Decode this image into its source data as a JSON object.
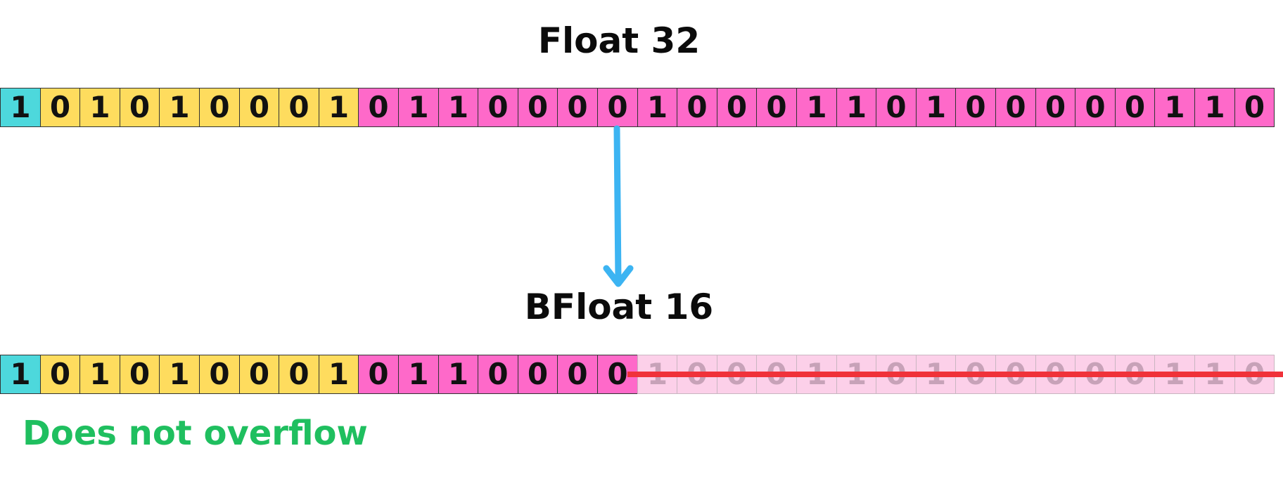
{
  "float32": {
    "title": "Float 32",
    "bits": [
      {
        "v": "1",
        "field": "sign"
      },
      {
        "v": "0",
        "field": "exponent"
      },
      {
        "v": "1",
        "field": "exponent"
      },
      {
        "v": "0",
        "field": "exponent"
      },
      {
        "v": "1",
        "field": "exponent"
      },
      {
        "v": "0",
        "field": "exponent"
      },
      {
        "v": "0",
        "field": "exponent"
      },
      {
        "v": "0",
        "field": "exponent"
      },
      {
        "v": "1",
        "field": "exponent"
      },
      {
        "v": "0",
        "field": "mantissa"
      },
      {
        "v": "1",
        "field": "mantissa"
      },
      {
        "v": "1",
        "field": "mantissa"
      },
      {
        "v": "0",
        "field": "mantissa"
      },
      {
        "v": "0",
        "field": "mantissa"
      },
      {
        "v": "0",
        "field": "mantissa"
      },
      {
        "v": "0",
        "field": "mantissa"
      },
      {
        "v": "1",
        "field": "mantissa"
      },
      {
        "v": "0",
        "field": "mantissa"
      },
      {
        "v": "0",
        "field": "mantissa"
      },
      {
        "v": "0",
        "field": "mantissa"
      },
      {
        "v": "1",
        "field": "mantissa"
      },
      {
        "v": "1",
        "field": "mantissa"
      },
      {
        "v": "0",
        "field": "mantissa"
      },
      {
        "v": "1",
        "field": "mantissa"
      },
      {
        "v": "0",
        "field": "mantissa"
      },
      {
        "v": "0",
        "field": "mantissa"
      },
      {
        "v": "0",
        "field": "mantissa"
      },
      {
        "v": "0",
        "field": "mantissa"
      },
      {
        "v": "0",
        "field": "mantissa"
      },
      {
        "v": "1",
        "field": "mantissa"
      },
      {
        "v": "1",
        "field": "mantissa"
      },
      {
        "v": "0",
        "field": "mantissa"
      }
    ]
  },
  "bfloat16": {
    "title": "BFloat 16",
    "bits": [
      {
        "v": "1",
        "field": "sign"
      },
      {
        "v": "0",
        "field": "exponent"
      },
      {
        "v": "1",
        "field": "exponent"
      },
      {
        "v": "0",
        "field": "exponent"
      },
      {
        "v": "1",
        "field": "exponent"
      },
      {
        "v": "0",
        "field": "exponent"
      },
      {
        "v": "0",
        "field": "exponent"
      },
      {
        "v": "0",
        "field": "exponent"
      },
      {
        "v": "1",
        "field": "exponent"
      },
      {
        "v": "0",
        "field": "mantissa"
      },
      {
        "v": "1",
        "field": "mantissa"
      },
      {
        "v": "1",
        "field": "mantissa"
      },
      {
        "v": "0",
        "field": "mantissa"
      },
      {
        "v": "0",
        "field": "mantissa"
      },
      {
        "v": "0",
        "field": "mantissa"
      },
      {
        "v": "0",
        "field": "mantissa"
      },
      {
        "v": "1",
        "field": "truncated"
      },
      {
        "v": "0",
        "field": "truncated"
      },
      {
        "v": "0",
        "field": "truncated"
      },
      {
        "v": "0",
        "field": "truncated"
      },
      {
        "v": "1",
        "field": "truncated"
      },
      {
        "v": "1",
        "field": "truncated"
      },
      {
        "v": "0",
        "field": "truncated"
      },
      {
        "v": "1",
        "field": "truncated"
      },
      {
        "v": "0",
        "field": "truncated"
      },
      {
        "v": "0",
        "field": "truncated"
      },
      {
        "v": "0",
        "field": "truncated"
      },
      {
        "v": "0",
        "field": "truncated"
      },
      {
        "v": "0",
        "field": "truncated"
      },
      {
        "v": "1",
        "field": "truncated"
      },
      {
        "v": "1",
        "field": "truncated"
      },
      {
        "v": "0",
        "field": "truncated"
      }
    ]
  },
  "note": "Does not overflow",
  "colors": {
    "sign": "#4dd8dc",
    "exponent": "#fedc5e",
    "mantissa": "#fe69c9",
    "truncated": "#fcd0e9",
    "arrow": "#3cb4f2",
    "strike": "#f0323a",
    "note": "#1fbf5f"
  }
}
